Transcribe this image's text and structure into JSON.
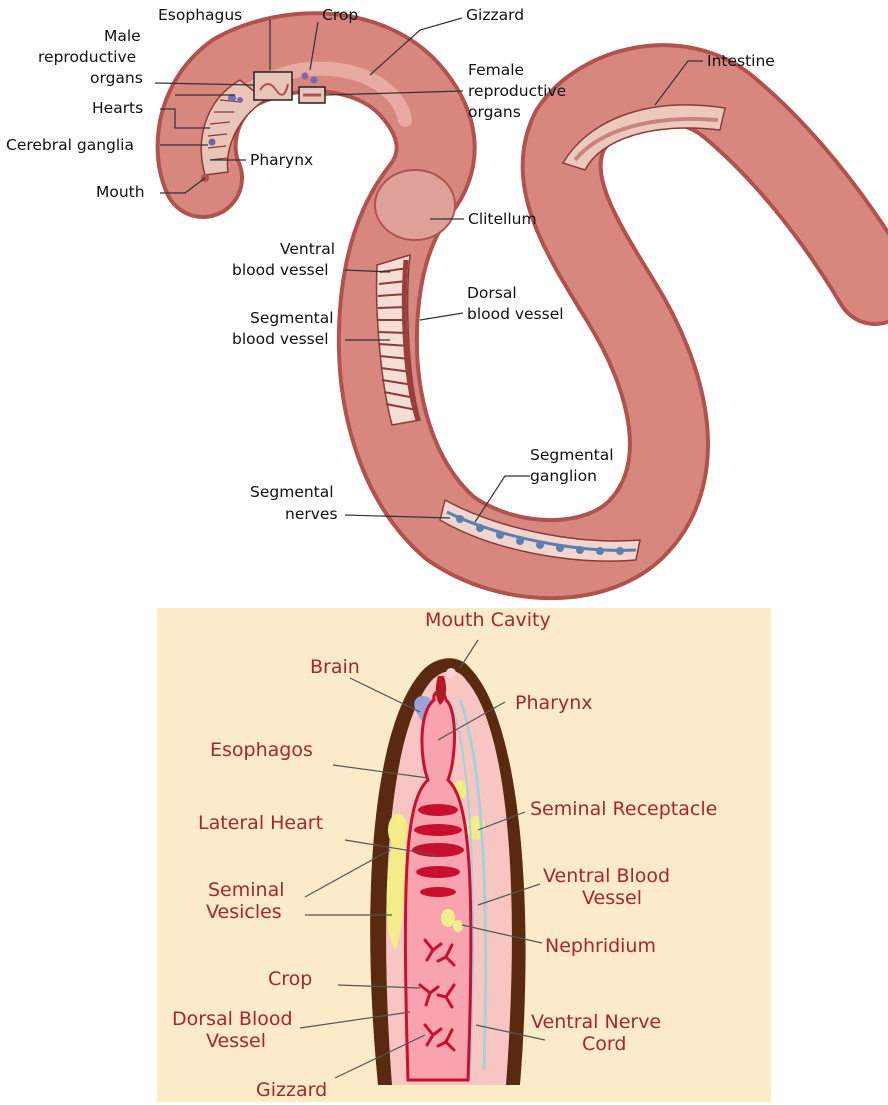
{
  "top_diagram": {
    "labels": {
      "esophagus": "Esophagus",
      "crop": "Crop",
      "gizzard": "Gizzard",
      "male_1": "Male",
      "male_2": "reproductive",
      "male_3": "organs",
      "female_1": "Female",
      "female_2": "reproductive",
      "female_3": "organs",
      "hearts": "Hearts",
      "cerebral_ganglia": "Cerebral ganglia",
      "pharynx": "Pharynx",
      "mouth": "Mouth",
      "intestine": "Intestine",
      "clitellum": "Clitellum",
      "ventral_1": "Ventral",
      "ventral_2": "blood vessel",
      "dorsal_1": "Dorsal",
      "dorsal_2": "blood vessel",
      "segvessel_1": "Segmental",
      "segvessel_2": "blood vessel",
      "ganglion_1": "Segmental",
      "ganglion_2": "ganglion",
      "nerves_1": "Segmental",
      "nerves_2": "nerves"
    }
  },
  "bottom_diagram": {
    "labels": {
      "mouth_cavity": "Mouth Cavity",
      "brain": "Brain",
      "pharynx": "Pharynx",
      "esophagos": "Esophagos",
      "seminal_receptacle": "Seminal Receptacle",
      "lateral_heart": "Lateral Heart",
      "seminal_vesicles_1": "Seminal",
      "seminal_vesicles_2": "Vesicles",
      "ventral_blood_1": "Ventral Blood",
      "ventral_blood_2": "Vessel",
      "nephridium": "Nephridium",
      "crop": "Crop",
      "dorsal_blood_1": "Dorsal Blood",
      "dorsal_blood_2": "Vessel",
      "ventral_nerve_1": "Ventral Nerve",
      "ventral_nerve_2": "Cord",
      "gizzard": "Gizzard"
    }
  },
  "colors": {
    "worm_body": "#d4837c",
    "worm_dark": "#b35a55",
    "label_red": "#a8262a",
    "panel_bg": "#fcebc8",
    "outer_wall": "#5a2a10"
  }
}
